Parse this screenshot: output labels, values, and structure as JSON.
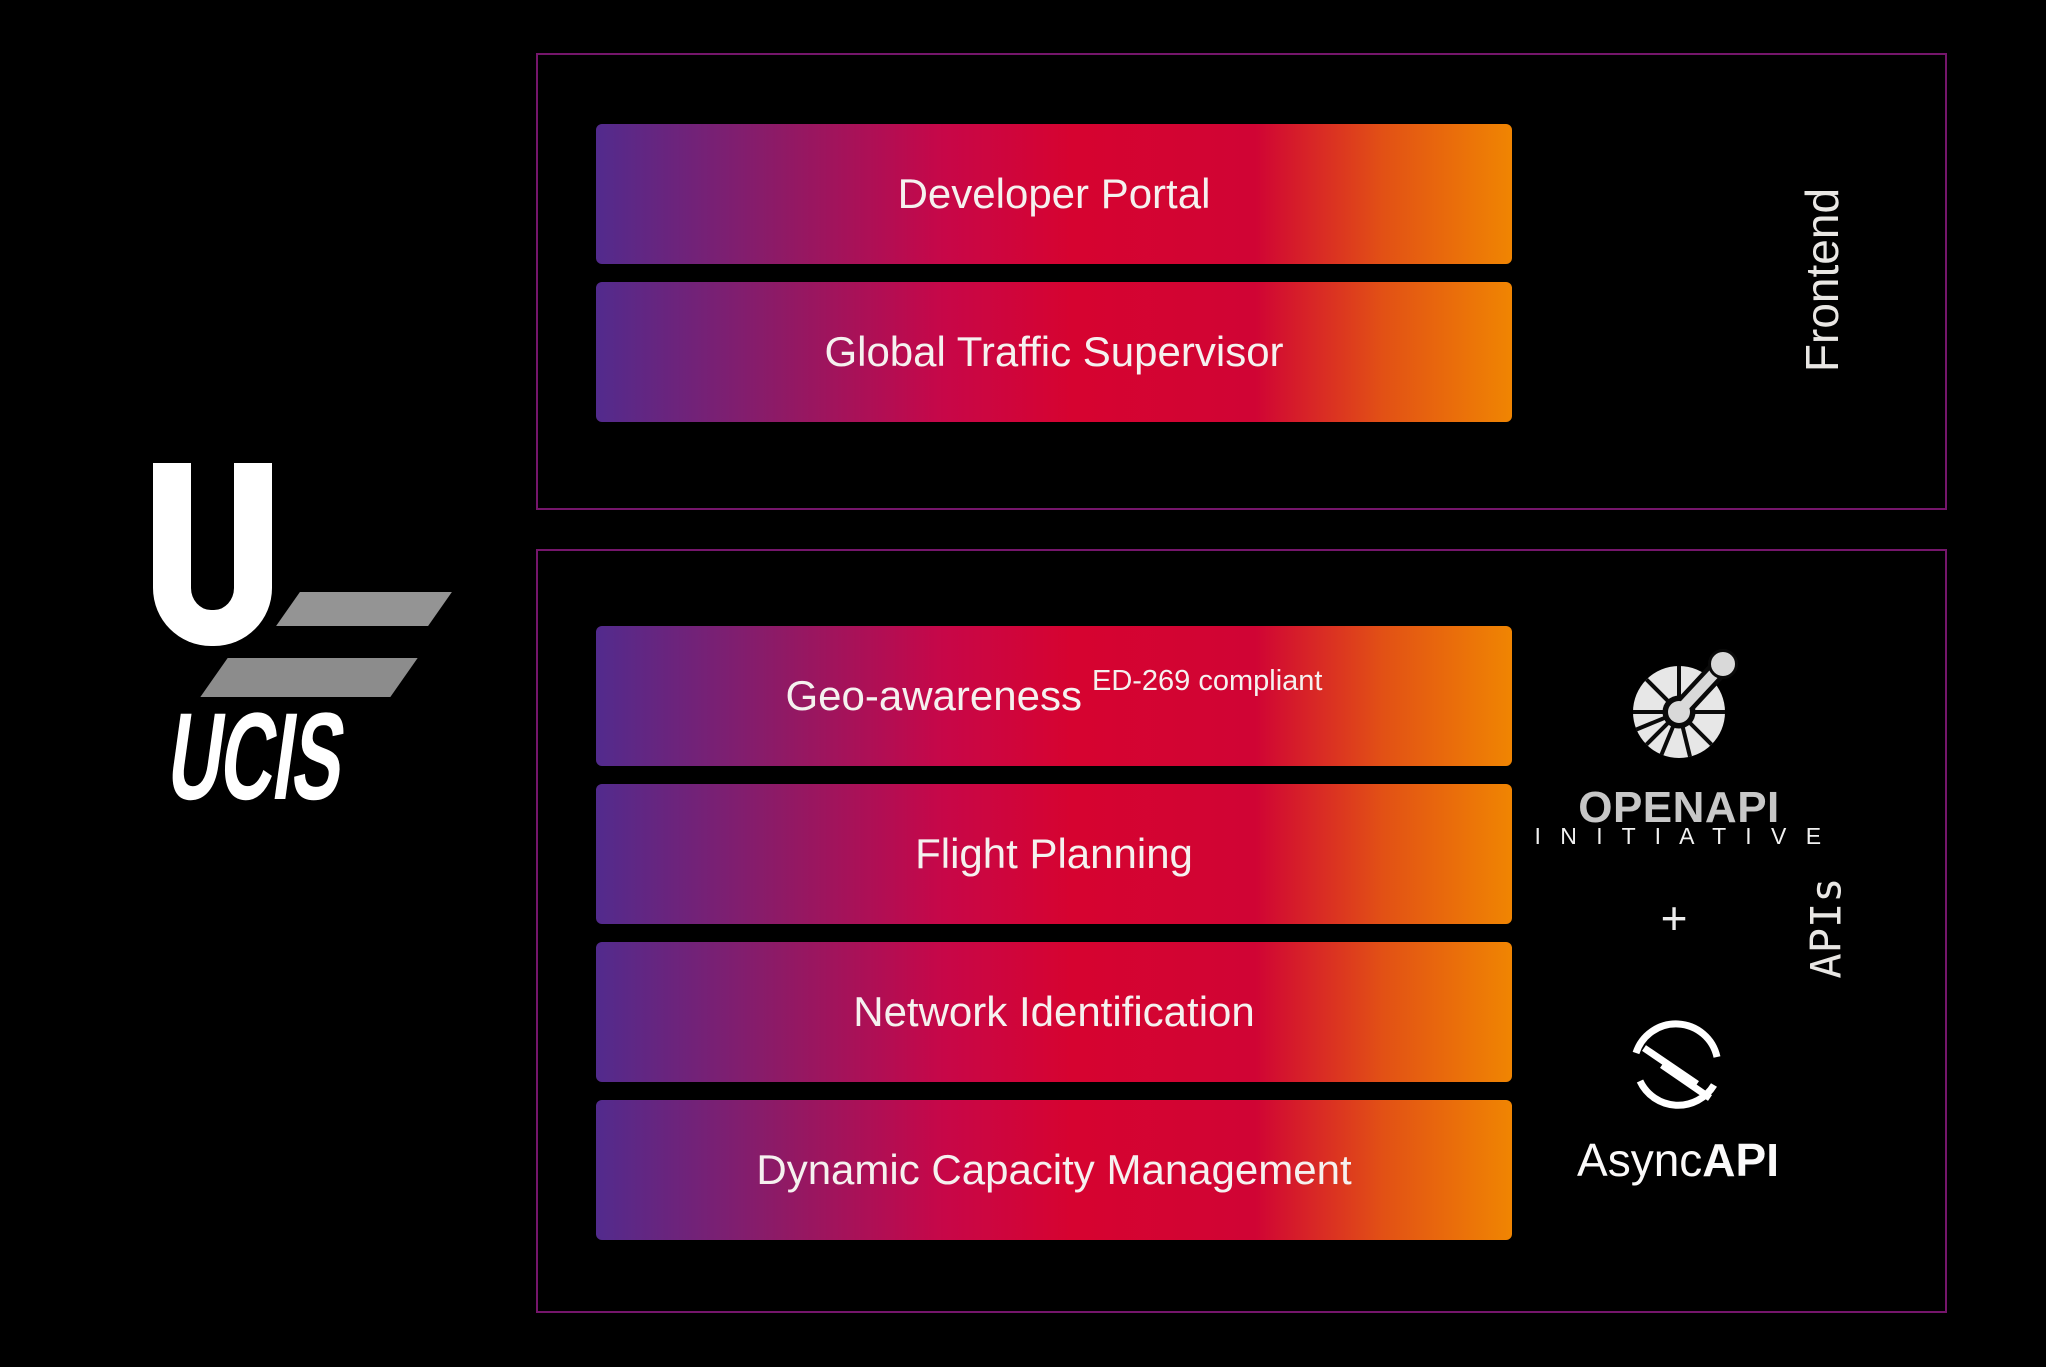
{
  "canvas": {
    "background": "#000000",
    "box_border_color": "#75166b",
    "bar_gradient": {
      "start": "#522b8d",
      "middle": "#d60330",
      "end": "#f08502"
    },
    "bar_text_color": "#f5f1ef",
    "logo_gray": "#8f8f8f"
  },
  "ucis_logo": {
    "wordmark": "UCIS"
  },
  "frontend": {
    "label": "Frontend",
    "bars": [
      {
        "label": "Developer Portal"
      },
      {
        "label": "Global Traffic Supervisor"
      }
    ]
  },
  "apis": {
    "label": "APIs",
    "bars": [
      {
        "label": "Geo-awareness",
        "superscript": "ED-269 compliant"
      },
      {
        "label": "Flight Planning"
      },
      {
        "label": "Network Identification"
      },
      {
        "label": "Dynamic Capacity Management"
      }
    ],
    "standards": {
      "openapi_title": "OPENAPI",
      "openapi_subtitle": "I N I T I A T I V E",
      "plus": "+",
      "asyncapi_light": "Async",
      "asyncapi_bold": "API"
    }
  }
}
